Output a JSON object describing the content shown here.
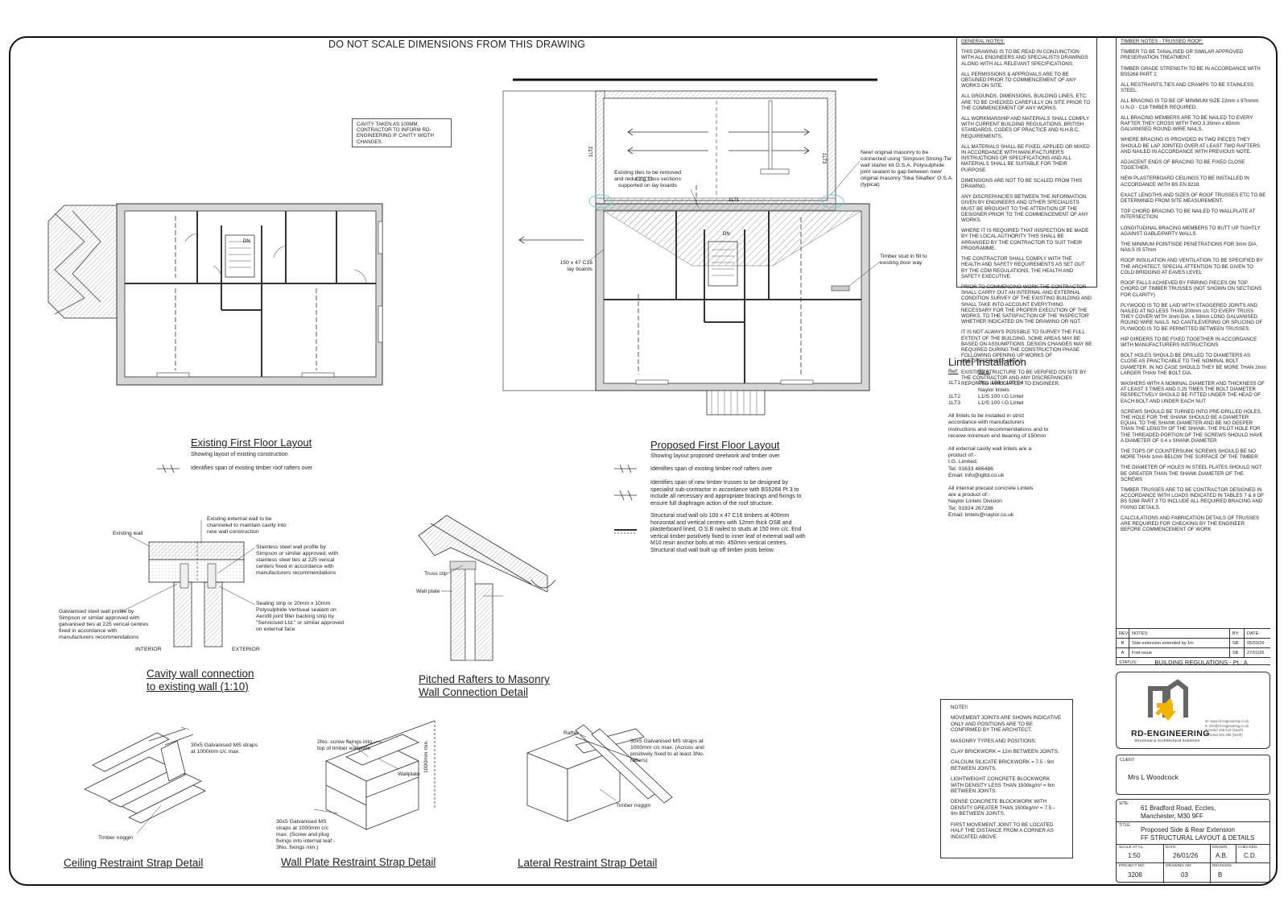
{
  "header": {
    "warning": "DO NOT SCALE DIMENSIONS FROM THIS DRAWING"
  },
  "cavity_note": "CAVITY TAKEN AS 100MM, CONTRACTOR TO INFORM RD-ENGINEERING IF CAVITY WIDTH CHANGES.",
  "general_notes": {
    "title": "GENERAL NOTES:",
    "items": [
      "THIS DRAWING IS TO BE READ IN CONJUNCTION WITH ALL ENGINEERS AND SPECIALISTS DRAWINGS ALONG WITH ALL RELEVANT SPECIFICATIONS.",
      "ALL PERMISSIONS & APPROVALS ARE TO BE OBTAINED PRIOR TO COMMENCEMENT OF ANY WORKS ON SITE.",
      "ALL GROUNDS, DIMENSIONS, BUILDING LINES, ETC. ARE TO BE CHECKED CAREFULLY ON SITE PRIOR TO THE COMMENCEMENT OF ANY WORKS.",
      "ALL WORKMANSHIP AND MATERIALS SHALL COMPLY WITH CURRENT BUILDING REGULATIONS, BRITISH STANDARDS, CODES OF PRACTICE AND N.H.B.C. REQUIREMENTS.",
      "ALL MATERIALS SHALL BE FIXED, APPLIED OR MIXED IN ACCORDANCE WITH MANUFACTURER'S INSTRUCTIONS OR SPECIFICATIONS AND ALL MATERIALS SHALL BE SUITABLE FOR THEIR PURPOSE.",
      "DIMENSIONS ARE NOT TO BE SCALED FROM THIS DRAWING.",
      "ANY DISCREPANCIES BETWEEN THE INFORMATION GIVEN BY ENGINEERS AND OTHER SPECIALISTS MUST BE BROUGHT TO THE ATTENTION OF THE DESIGNER PRIOR TO THE COMMENCEMENT OF ANY WORKS.",
      "WHERE IT IS REQUIRED THAT INSPECTION BE MADE BY THE LOCAL AUTHORITY THIS SHALL BE ARRANGED BY THE CONTRACTOR TO SUIT THEIR PROGRAMME.",
      "THE CONTRACTOR SHALL COMPLY WITH THE HEALTH AND SAFETY REQUIREMENTS AS SET OUT BY THE CDM REGULATIONS, THE HEALTH AND SAFETY EXECUTIVE.",
      "PRIOR TO COMMENCING WORK THE CONTRACTOR SHALL CARRY OUT AN INTERNAL AND EXTERNAL CONDITION SURVEY OF THE EXISTING BUILDING AND SHALL TAKE INTO ACCOUNT EVERYTHING NECESSARY FOR THE PROPER EXECUTION OF THE WORKS, TO THE SATISFACTION OF THE 'INSPECTOR' WHETHER INDICATED ON THE DRAWING OR NOT.",
      "IT IS NOT ALWAYS POSSIBLE TO SURVEY THE FULL EXTENT OF THE BUILDING. SOME AREAS MAY BE BASED ON ASSUMPTIONS. DESIGN CHANGES MAY BE REQUIRED DURING THE CONSTRUCTION PHASE FOLLOWING OPENING UP WORKS OF UNFORESEEABLE AREAS",
      "EXISTING STRUCTURE TO BE VERIFIED ON SITE BY THE CONTRACTOR AND ANY DISCREPANCIES REPORTED IMMEDIATELY TO ENGINEER."
    ]
  },
  "timber_notes": {
    "title": "TIMBER NOTES - TRUSSED ROOF:",
    "items": [
      "TIMBER TO BE TANALISED OR SIMILAR APPROVED PRESERVATION TREATMENT.",
      "TIMBER GRADE STRENGTH TO BE IN ACCORDANCE WITH BS5268 PART 2",
      "ALL RESTRAINTS,TIES AND CRAMPS TO BE STAINLESS STEEL.",
      "ALL BRACING IS TO BE OF MINIMUM SIZE 22mm x 97mmm U.N.O - C16 TIMBER REQUIRED.",
      "ALL BRACING MEMBERS ARE TO BE NAILED TO EVERY RAFTER THEY CROSS WITH TWO 3.35mm x 65mm GALVANISED ROUND WIRE NAILS.",
      "WHERE BRACING IS PROVIDED IN TWO PIECES THEY SHOULD BE LAP JOINTED OVER AT LEAST TWO RAFTERS AND NAILED IN ACCORDANCE WITH PREVIOUS NOTE.",
      "ADJACENT ENDS OF BRACING TO BE FIXED CLOSE TOGETHER.",
      "NEW PLASTERBOARD CEILINGS TO BE INSTALLED IN ACCORDANCE WITH BS EN 8218.",
      "EXACT LENGTHS AND SIZES OF ROOF TRUSSES ETC TO BE DETERMINED FROM SITE MEASUREMENT.",
      "TOP CHORD BRACING TO BE NAILED TO WALLPLATE AT INTERSECTION",
      "LONGITUDINAL BRACING MEMBERS TO BUTT UP TIGHTLY AGAINST GABLE/PARTY WALLS",
      "THE MINIMUM POINTSIDE PENETRATIONS FOR 3mm DIA. NAILS IS 57mm",
      "ROOF INSULATION AND VENTILATION TO BE SPECIFIED BY THE ARCHITECT. SPECIAL ATTENTION TO BE GIVEN TO COLD BRIDGING AT EAVES LEVEL",
      "ROOF FALLS ACHIEVED BY FIRRING PIECES ON TOP CHORD OF TIMBER TRUSSES (NOT SHOWN ON SECTIONS FOR CLARITY)",
      "PLYWOOD IS TO BE LAID WITH STAGGERED JOINTS AND NAILED AT NO LESS THAN 200mm c/c TO EVERY TRUSS THEY COVER WITH 3mm DIA. x 50mm LONG GALVANISED ROUND WIRE NAILS. NO CANTILEVERING OR SPLICING OF PLYWOOD IS TO BE PERMITTED BETWEEN TRUSSES.",
      "HIP GIRDERS TO BE FIXED TOGETHER IN ACCORDANCE WITH MANUFACTURERS INSTRUCTIONS",
      "BOLT HOLES SHOULD BE DRILLED TO DIAMETERS AS CLOSE AS PRACTICABLE TO THE NOMINAL BOLT DIAMETER. IN NO CASE SHOULD THEY BE MORE THAN 2mm LARGER THAN THE BOLT DIA.",
      "WASHERS WITH A NOMINAL DIAMETER AND THICKNESS OF AT LEAST 3 TIMES AND 0.25 TIMES THE BOLT DIAMETER RESPECTIVELY SHOULD BE FITTED UNDER THE HEAD OF EACH BOLT AND UNDER EACH NUT",
      "SCREWS SHOULD BE TURNED INTO PRE-DRILLED HOLES. THE HOLE FOR THE SHANK SHOULD BE A DIAMETER EQUAL TO THE SHANK DIAMETER AND BE NO DEEPER THAN THE LENGTH OF THE SHANK. THE PILOT HOLE FOR THE THREADED PORTION OF THE SCREWS SHOULD HAVE A DIAMETER OF 0.4 x SHANK DIAMETER",
      "THE TOPS OF COUNTERSUNK SCREWS SHOULD BE NO MORE THAN 1mm BELOW THE SURFACE OF THE TIMBER",
      "THE DIAMETER OF HOLES IN STEEL PLATES SHOULD NOT BE GREATER THAN THE SHANK DIAMETER OF THE SCREWS",
      "TIMBER TRUSSES ARE TO BE CONTRACTOR DESIGNED IN ACCORDANCE WITH LOADS INDICATED IN TABLES 7 & 8 OF BS 5268 PART 3 TO INCLUDE ALL REQUIRED BRACING AND FIXING DETAILS.",
      "CALCULATIONS AND FABRICATION DETAILS OF TRUSSES ARE REQUIRED FOR CHECKING BY THE ENGINEER BEFORE COMMENCEMENT OF WORK"
    ]
  },
  "existing_plan": {
    "title": "Existing First Floor Layout",
    "subtitle": "Showing layout of existing construction",
    "legend": "Identifies span of existing timber roof rafters over",
    "stair_label": "DN"
  },
  "proposed_plan": {
    "title": "Proposed First Floor Layout",
    "subtitle": "Showing layout proposed steelwork and timber over",
    "legend": [
      "Identifies span of existing timber roof rafters over",
      "Identifies span of new timber trusses to be designed by specialist sub-contractor in accordance with BS5268 Pt 3 to include all necessary and appropriate bracings and fixings to ensure full diaphragm action of the roof structure.",
      "Structural stud wall o/o 100 x 47 C16 timbers at 400mm horizontal and vertical centres with 12mm thick OSB and plasterboard lined, O.S.B nailed to studs at 150 mm c/c. End vertical timber positively fixed to inner leaf of external wall with M10 resin anchor bolts at min. 450mm vertical centres. Structural stud wall built up off timber joists below."
    ],
    "labels": {
      "tiles": "Existing tiles to be removed and reducing truss sections supported on lay boards",
      "masonry": "New/ original masonry to be connected using 'Simpson Strong-Tie' wall starter kit O.S.A. Polysulphide joint sealant to gap between new/ original masonry 'Sika Sikaflex' O.S.A. (typical)",
      "layboards": "150 x 47 C16 lay boards",
      "timber_stud": "Timber stud in fill to existing door way",
      "lt1": "1LT1",
      "lt2": "1LT2",
      "lt3": "1LT3",
      "stair": "DN"
    }
  },
  "lintel": {
    "title": "Lintel Installation",
    "col_ref": "Ref:",
    "col_size": "Size:",
    "rows": [
      {
        "ref": "1LT1",
        "size": "2No. 100 x 100 S4 Naylor lintels"
      },
      {
        "ref": "1LT2",
        "size": "L1/S 100 I.G Lintel"
      },
      {
        "ref": "1LT3",
        "size": "L1/S 100 I.G Lintel"
      }
    ],
    "para1": "All lintels to be installed in strict accordance with manufacturers instructions and recommendations and to receive minimum end bearing of 150mm",
    "para2": [
      "All external cavity wall lintels are a product of:-",
      "I.G. Limited.",
      "Tel: 01633 486486",
      "Email: info@igltd.co.uk"
    ],
    "para3": [
      "All internal precast concrete Lintels are a product of:-",
      "Naylor Lintels Division",
      "Tel: 01924 267286",
      "Email: lintels@naylor.co.uk"
    ]
  },
  "cavity_detail": {
    "title_line1": "Cavity wall connection",
    "title_line2": "to existing wall (1:10)",
    "labels": {
      "existing_wall": "Existing wall",
      "channeled": "Existing external wall to be channeled to maintain cavity into new wall construction",
      "ss_profile": "Stainless steel wall profile by Simpson or similar approved, with stainless steel ties at 225 verical centers fixed in accordance with manufacturers recommendations",
      "galv_profile": "Galvanised steel wall profile by Simpson or similar approved with galvanised ties at 225 verical centres fixed in accordance with manufacturers recommendations",
      "sealing": "Sealing strip or 20mm x 10mm Polysulphide Vertiseal sealant on Aerofil joint filler backing strip by \"Servicised Ltd.\" or similar approved on external face",
      "interior": "INTERIOR",
      "exterior": "EXTERIOR"
    }
  },
  "rafter_detail": {
    "title_line1": "Pitched Rafters to Masonry",
    "title_line2": "Wall Connection Detail",
    "truss_clip": "Truss clip",
    "wall_plate": "Wall plate"
  },
  "ceiling_detail": {
    "title": "Ceiling Restraint Strap Detail",
    "straps": "30x5 Galvanised MS straps at 1000mm c/c max.",
    "noggin": "Timber noggin"
  },
  "wallplate_detail": {
    "title": "Wall Plate Restraint Strap Detail",
    "screws": "2No. screw fixings into top of timber wallplate",
    "wallplate": "Wallplate",
    "dim": "1000mm min.",
    "straps": "30x5 Galvanised MS straps at 1000mm c/c max. (Screw and plug fixings into internal leaf - 3No. fixings min.)"
  },
  "lateral_detail": {
    "title": "Lateral Restraint Strap Detail",
    "rafter": "Rafter",
    "straps": "30x5 Galvanised MS straps at 1000mm c/c max. (Across and positively fixed to at least 3No. rafters)",
    "noggin": "Timber noggin"
  },
  "movement_note": {
    "heading": "NOTE!!",
    "items": [
      "MOVEMENT JOINTS ARE SHOWN INDICATIVE ONLY AND POSITIONS ARE TO BE CONFIRMED BY THE ARCHITECT.",
      "MASONRY TYPES AND POSITIONS:",
      "CLAY BRICKWORK = 12m BETWEEN JOINTS.",
      "CALCIUM SILICATE BRICKWORK = 7.5 - 9m BETWEEN JOINTS.",
      "LIGHTWEIGHT CONCRETE BLOCKWORK WITH DENSITY LESS THAN 1500kg/m³ = 6m BETWEEN JOINTS.",
      "DENSE CONCRETE BLOCKWORK WITH DENSITY GREATER THAN 1500kg/m³ = 7.5 - 9m BETWEEN JOINTS.",
      "FIRST MOVEMENT JOINT TO BE LOCATED HALF THE DISTANCE FROM A CORNER AS INDICATED ABOVE."
    ]
  },
  "title_block": {
    "rev_headers": {
      "rev": "REV:",
      "notes": "NOTES:",
      "by": "BY:",
      "date": "DATE:"
    },
    "revisions": [
      {
        "rev": "B",
        "note": "Side extension extended by 1m",
        "by": "SB",
        "date": "05/03/26"
      },
      {
        "rev": "A",
        "note": "First issue",
        "by": "SB",
        "date": "27/01/26"
      }
    ],
    "status_label": "STATUS:",
    "status": "BUILDING REGULATIONS - Pt.: A",
    "company": "RD-ENGINEERING",
    "company_sub": "Structural & Architectural Solutions",
    "contact": [
      "W:  www.rd-engineering.co.uk",
      "E:  info@rd-engineering.co.uk",
      "T:  01257 445 510 (South)",
      "T:  01253 201 485 (North)"
    ],
    "client_label": "CLIENT:",
    "client": "Mrs L Woodcock",
    "site_label": "SITE:",
    "site": [
      "61 Bradford Road, Eccles,",
      "Manchester, M30 9FF"
    ],
    "title_label": "TITLE:",
    "title": [
      "Proposed Side & Rear Extension",
      "FF STRUCTURAL LAYOUT & DETAILS"
    ],
    "scale_label": "SCALE AT A1:",
    "scale": "1:50",
    "date_label": "DATE:",
    "date": "26/01/26",
    "drawn_label": "DRAWN:",
    "drawn": "A.B.",
    "checked_label": "CHECKED:",
    "checked": "C.D.",
    "project_label": "PROJECT NO:",
    "project": "3208",
    "drawing_label": "DRAWING NO:",
    "drawing": "03",
    "revision_label": "REVISION:",
    "revision": "B"
  }
}
